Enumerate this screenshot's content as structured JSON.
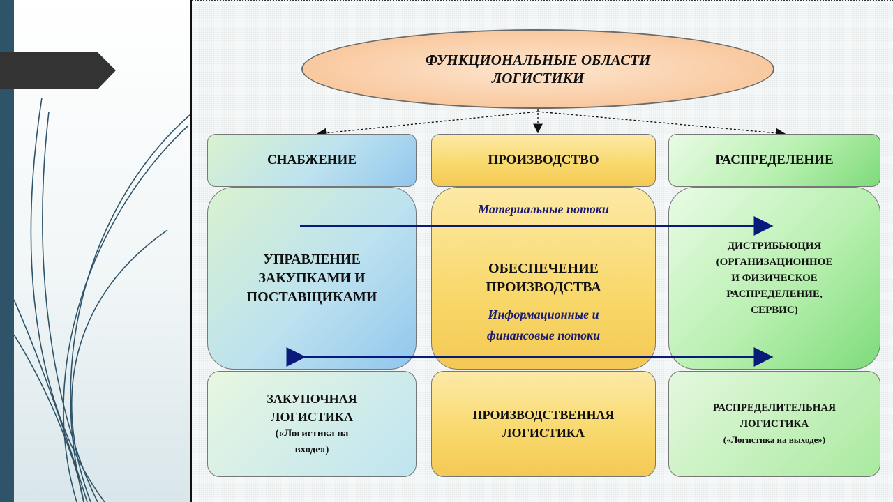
{
  "title": {
    "line1": "ФУНКЦИОНАЛЬНЫЕ ОБЛАСТИ",
    "line2": "ЛОГИСТИКИ"
  },
  "columns": [
    {
      "header": "СНАБЖЕНИЕ",
      "middle": [
        "УПРАВЛЕНИЕ",
        "ЗАКУПКАМИ И",
        "ПОСТАВЩИКАМИ"
      ],
      "bottom": [
        "ЗАКУПОЧНАЯ",
        "ЛОГИСТИКА",
        "(«Логистика на",
        "входе»)"
      ]
    },
    {
      "header": "ПРОИЗВОДСТВО",
      "middle": [
        "ОБЕСПЕЧЕНИЕ",
        "ПРОИЗВОДСТВА"
      ],
      "bottom": [
        "ПРОИЗВОДСТВЕННАЯ",
        "ЛОГИСТИКА"
      ]
    },
    {
      "header": "РАСПРЕДЕЛЕНИЕ",
      "middle": [
        "ДИСТРИБЬЮЦИЯ",
        "(ОРГАНИЗАЦИОННОЕ",
        "И ФИЗИЧЕСКОЕ",
        "РАСПРЕДЕЛЕНИЕ,",
        "СЕРВИС)"
      ],
      "bottom": [
        "РАСПРЕДЕЛИТЕЛЬНАЯ",
        "ЛОГИСТИКА",
        "(«Логистика на выходе»)"
      ]
    }
  ],
  "flows": {
    "material": "Материальные потоки",
    "info_line1": "Информационные и",
    "info_line2": "финансовые потоки"
  },
  "colors": {
    "arrow": "#0a1a7a",
    "sidebar": "#2f5368"
  }
}
